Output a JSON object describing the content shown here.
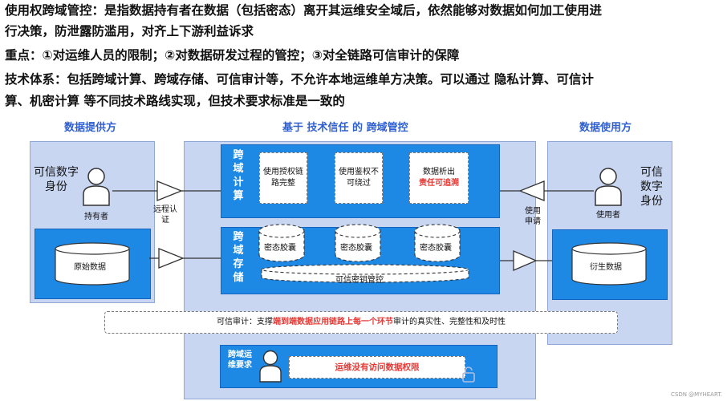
{
  "header": {
    "line1": "使用权跨域管控：是指数据持有者在数据（包括密态）离开其运维安全域后，依然能够对数据如何加工使用进",
    "line2": "行决策，防泄露防滥用，对齐上下游利益诉求",
    "line3": "重点：①对运维人员的限制；②对数据研发过程的管控；③对全链路可信审计的保障",
    "line4": "技术体系：包括跨域计算、跨域存储、可信审计等，不允许本地运维单方决策。可以通过 隐私计算、可信计",
    "line5": "算、机密计算 等不同技术路线实现，但技术要求标准是一致的"
  },
  "titles": {
    "provider": "数据提供方",
    "center": "基于 技术信任 的 跨域管控",
    "user": "数据使用方"
  },
  "left": {
    "identity": "可信数字身份",
    "holder": "持有者",
    "raw_data": "原始数据",
    "remote_auth": "远程认证"
  },
  "right": {
    "identity": "可信数字身份",
    "user": "使用者",
    "derived_data": "衍生数据",
    "apply": "使用申请"
  },
  "compute": {
    "label": "跨域计算",
    "card1": "使用授权链路完整",
    "card2": "使用鉴权不可绕过",
    "card3_line1": "数据析出",
    "card3_line2": "责任可追溯"
  },
  "storage": {
    "label": "跨域存储",
    "capsule": "密态胶囊",
    "key_mgmt": "可信密钥管控"
  },
  "audit": {
    "prefix": "可信审计：支撑",
    "highlight": "端到端数据应用链路上每一个环节",
    "suffix": "审计的真实性、完整性和及时性"
  },
  "ops": {
    "label": "跨域运维要求",
    "rule": "运维没有访问数据权限"
  },
  "watermark": "CSDN @MYHEART.",
  "colors": {
    "accent_red": "#e53935",
    "title_blue": "#2f5fd0",
    "box_blue": "#1e88e5",
    "panel": "#c9d6f2"
  }
}
